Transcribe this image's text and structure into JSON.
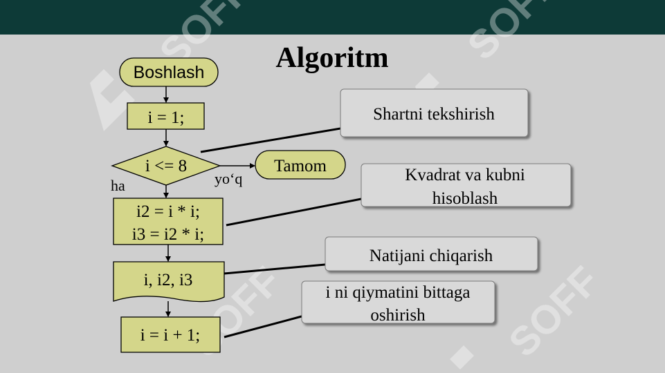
{
  "slide": {
    "title": "Algoritm",
    "watermark": "SOFF",
    "colors": {
      "header_bar": "#0d3a37",
      "background": "#cfcfcf",
      "shape_fill": "#d4d68a",
      "callout_fill": "#d9d9d9"
    }
  },
  "flowchart": {
    "start": "Boshlash",
    "init": "i = 1;",
    "condition": "i <= 8",
    "yes_label": "ha",
    "no_label": "yo‘q",
    "end": "Tamom",
    "process_line1": "i2 = i * i;",
    "process_line2": "i3 = i2 * i;",
    "output": "i, i2, i3",
    "increment": "i = i + 1;"
  },
  "callouts": {
    "check": "Shartni tekshirish",
    "compute_line1": "Kvadrat va kubni",
    "compute_line2": "hisoblash",
    "output": "Natijani chiqarish",
    "increment_line1": "i ni qiymatini bittaga",
    "increment_line2": "oshirish"
  }
}
